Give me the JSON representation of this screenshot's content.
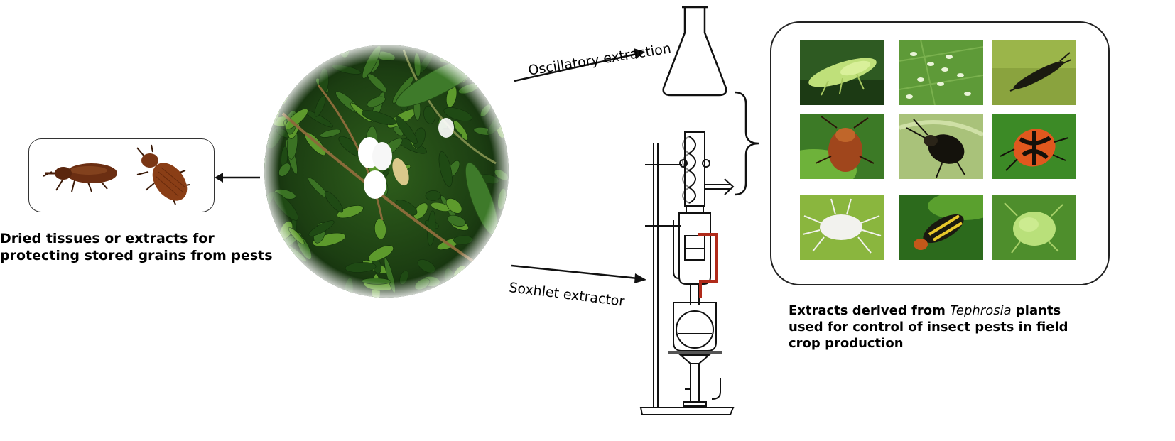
{
  "labels": {
    "oscillatory": "Oscillatory extraction",
    "soxhlet": "Soxhlet extractor",
    "stored_grains": "Dried tissues or extracts for protecting stored grains from pests",
    "field_pre": "Extracts derived from ",
    "field_italic": "Tephrosia",
    "field_post": " plants used for control of insect pests in field crop production"
  },
  "colors": {
    "siphon": "#b02a1a",
    "beetle": "#6b2e12",
    "leaf_dark": "#1f4a14",
    "leaf_light": "#5d9a2c"
  },
  "icons": [
    "plant-photo",
    "weevil-icon",
    "grain-beetle-icon",
    "erlenmeyer-flask-icon",
    "soxhlet-apparatus-icon",
    "bracket-icon"
  ],
  "pests": [
    {
      "name": "leafhopper"
    },
    {
      "name": "insect-eggs"
    },
    {
      "name": "thrips"
    },
    {
      "name": "plant-bug"
    },
    {
      "name": "black-beetle"
    },
    {
      "name": "harlequin-bug"
    },
    {
      "name": "mealybug"
    },
    {
      "name": "striped-beetle"
    },
    {
      "name": "aphid"
    }
  ]
}
